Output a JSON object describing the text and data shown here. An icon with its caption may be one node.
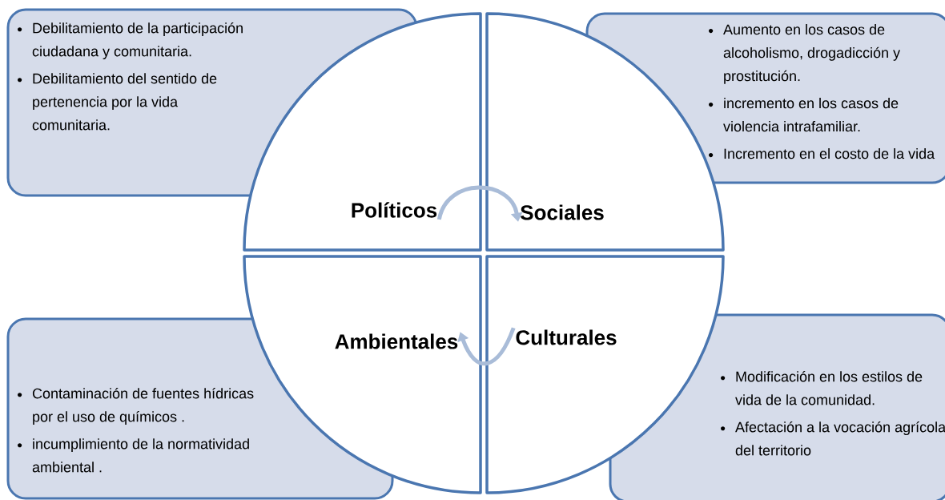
{
  "diagram": {
    "nodes": [
      {
        "text": [
          "Debilitamiento de la participación ciudadana y comunitaria.",
          "Debilitamiento del sentido de pertenencia  por la vida comunitaria."
        ]
      },
      {
        "text": [
          "Políticos"
        ]
      },
      {
        "text": [
          "Sociales"
        ]
      },
      {
        "text": [
          "Aumento  en los casos de alcoholismo, drogadicción  y prostitución.",
          "incremento en los casos  de violencia intrafamiliar.",
          "Incremento en el costo de la vida"
        ]
      },
      {
        "text": [
          "Ambientales"
        ]
      },
      {
        "text": [
          "Culturales"
        ]
      },
      {
        "text": [
          "Contaminación de fuentes hídricas  por el uso de químicos .",
          "incumplimiento de  la normatividad ambiental ."
        ]
      },
      {
        "text": [
          "Modificación en los estilos de vida de la comunidad.",
          "Afectación a la vocación agrícola del territorio"
        ]
      }
    ],
    "edges": [
      {
        "from": 1,
        "to": 2,
        "arrow": "to"
      },
      {
        "from": 5,
        "to": 4,
        "arrow": "to"
      }
    ]
  }
}
